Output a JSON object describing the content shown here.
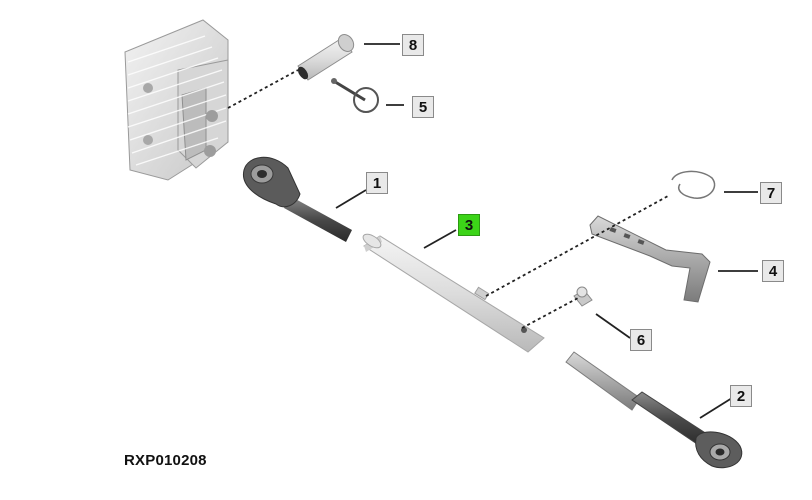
{
  "reference_code": "RXP010208",
  "highlight_color": "#3cd418",
  "callouts": [
    {
      "number": "1",
      "part": "ball-joint-end-short",
      "highlighted": false
    },
    {
      "number": "2",
      "part": "ball-joint-end-long",
      "highlighted": false
    },
    {
      "number": "3",
      "part": "adjuster-tube",
      "highlighted": true
    },
    {
      "number": "4",
      "part": "locking-handle",
      "highlighted": false
    },
    {
      "number": "5",
      "part": "linch-pin",
      "highlighted": false
    },
    {
      "number": "6",
      "part": "grease-nipple",
      "highlighted": false
    },
    {
      "number": "7",
      "part": "spring-clip",
      "highlighted": false
    },
    {
      "number": "8",
      "part": "pivot-pin",
      "highlighted": false
    }
  ]
}
